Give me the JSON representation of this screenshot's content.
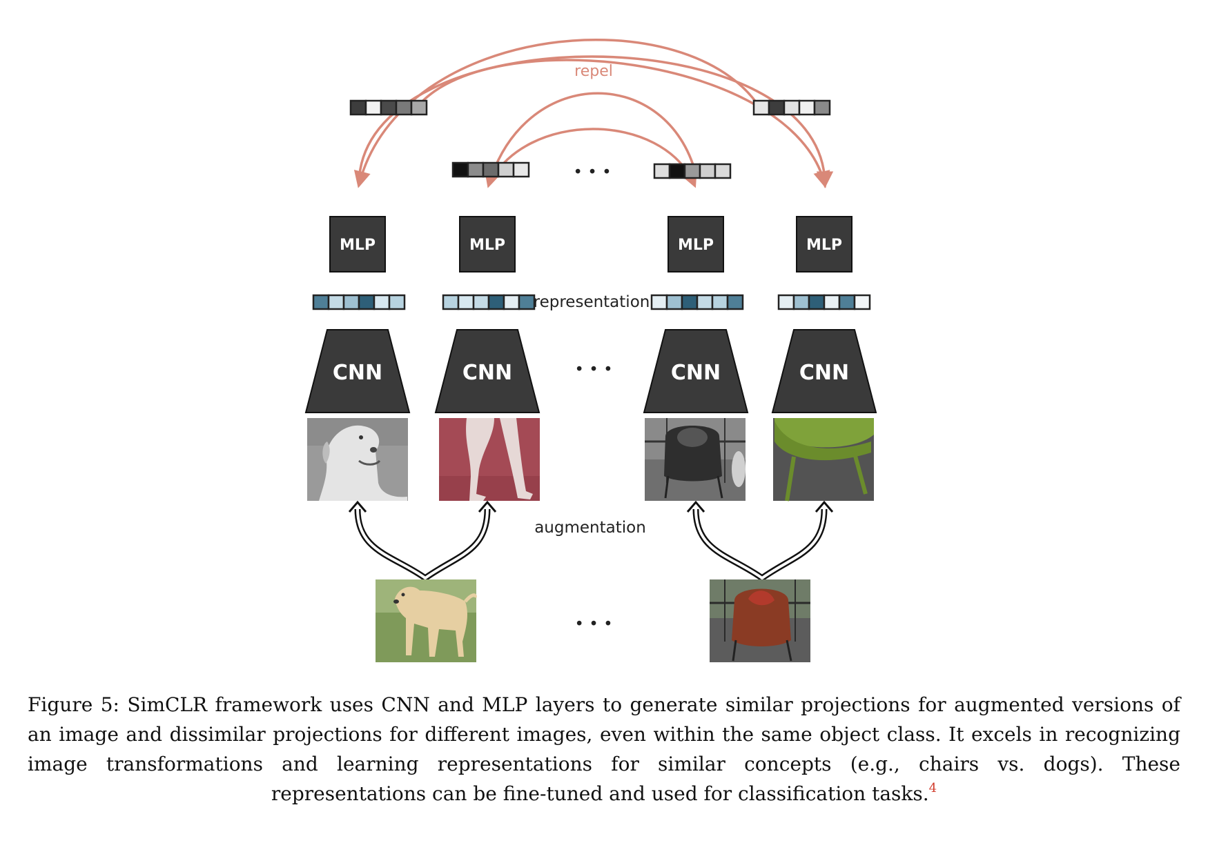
{
  "labels": {
    "repel": "repel",
    "representation": "representation",
    "augmentation": "augmentation",
    "mlp": "MLP",
    "cnn": "CNN",
    "ellipsis": "• • •"
  },
  "colors": {
    "repel_arrow": "#d98878",
    "block_fill": "#3a3a3a",
    "vector_blue_dark": "#2e5f78",
    "vector_blue_mid": "#6e9fb8",
    "vector_blue_light": "#c4dbe6"
  },
  "images": [
    {
      "name": "dog-grayscale-image",
      "subject": "dog",
      "style": "grayscale"
    },
    {
      "name": "dog-legs-red-tint-image",
      "subject": "dog",
      "style": "red-tint-crop"
    },
    {
      "name": "chair-grayscale-image",
      "subject": "chair",
      "style": "grayscale"
    },
    {
      "name": "chair-green-crop-image",
      "subject": "chair",
      "style": "green-crop"
    },
    {
      "name": "dog-original-image",
      "subject": "dog",
      "style": "original"
    },
    {
      "name": "chair-original-image",
      "subject": "chair",
      "style": "original"
    }
  ],
  "caption": {
    "text": "Figure 5: SimCLR framework uses CNN and MLP layers to generate similar projections for augmented versions of an image and dissimilar projections for different images, even within the same object class. It excels in recognizing image transformations and learning representations for similar concepts (e.g., chairs vs. dogs). These representations can be fine-tuned and used for classification tasks.",
    "footnote": "4"
  }
}
